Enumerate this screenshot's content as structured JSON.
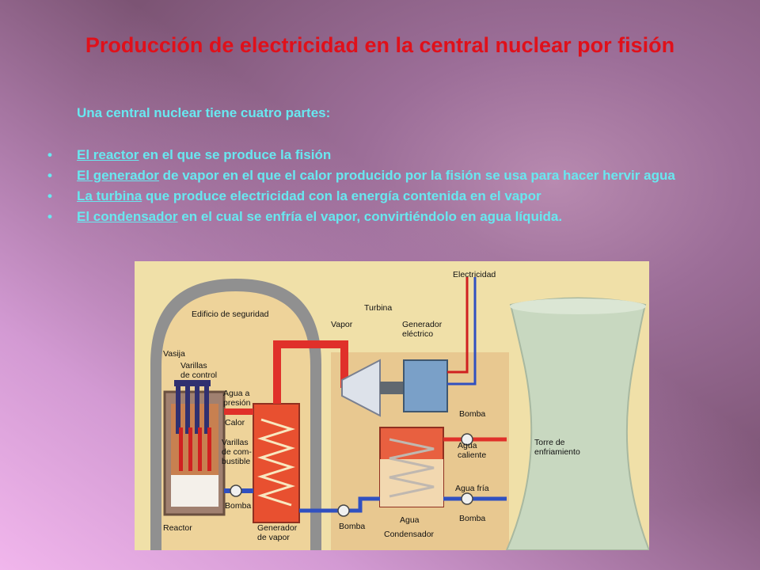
{
  "title": "Producción de electricidad en la central nuclear por fisión",
  "intro": "Una central nuclear tiene cuatro partes:",
  "bullet_glyph": "•",
  "bullets": [
    {
      "term": "El reactor",
      "rest": " en el que se produce la fisión"
    },
    {
      "term": "El generador",
      "rest": " de vapor en el que el calor producido por la fisión se usa para hacer hervir agua"
    },
    {
      "term": "La turbina",
      "rest": " que produce electricidad con la energía contenida en el vapor"
    },
    {
      "term": "El condensador",
      "rest": " en el cual se enfría el vapor, convirtiéndolo en agua líquida."
    }
  ],
  "diagram": {
    "labels": {
      "electricidad": "Electricidad",
      "turbina": "Turbina",
      "generador_electrico_1": "Generador",
      "generador_electrico_2": "eléctrico",
      "edificio": "Edificio de seguridad",
      "vapor": "Vapor",
      "vasija": "Vasija",
      "varillas_control_1": "Varillas",
      "varillas_control_2": "de control",
      "agua_presion_1": "Agua a",
      "agua_presion_2": "presión",
      "calor": "Calor",
      "varillas_comb_1": "Varillas",
      "varillas_comb_2": "de com-",
      "varillas_comb_3": "bustible",
      "bomba_1": "Bomba",
      "bomba_2": "Bomba",
      "bomba_3": "Bomba",
      "bomba_4": "Bomba",
      "agua_caliente_1": "Agua",
      "agua_caliente_2": "caliente",
      "agua_fria": "Agua fría",
      "torre_1": "Torre de",
      "torre_2": "enfriamiento",
      "reactor": "Reactor",
      "gen_vapor_1": "Generador",
      "gen_vapor_2": "de vapor",
      "agua": "Agua",
      "condensador": "Condensador"
    },
    "colors": {
      "hot_pipe": "#e0302a",
      "cold_pipe": "#3050c0",
      "concrete": "#8a8a8a",
      "tower": "#c8d8c0",
      "building": "#e8cc8c"
    }
  }
}
